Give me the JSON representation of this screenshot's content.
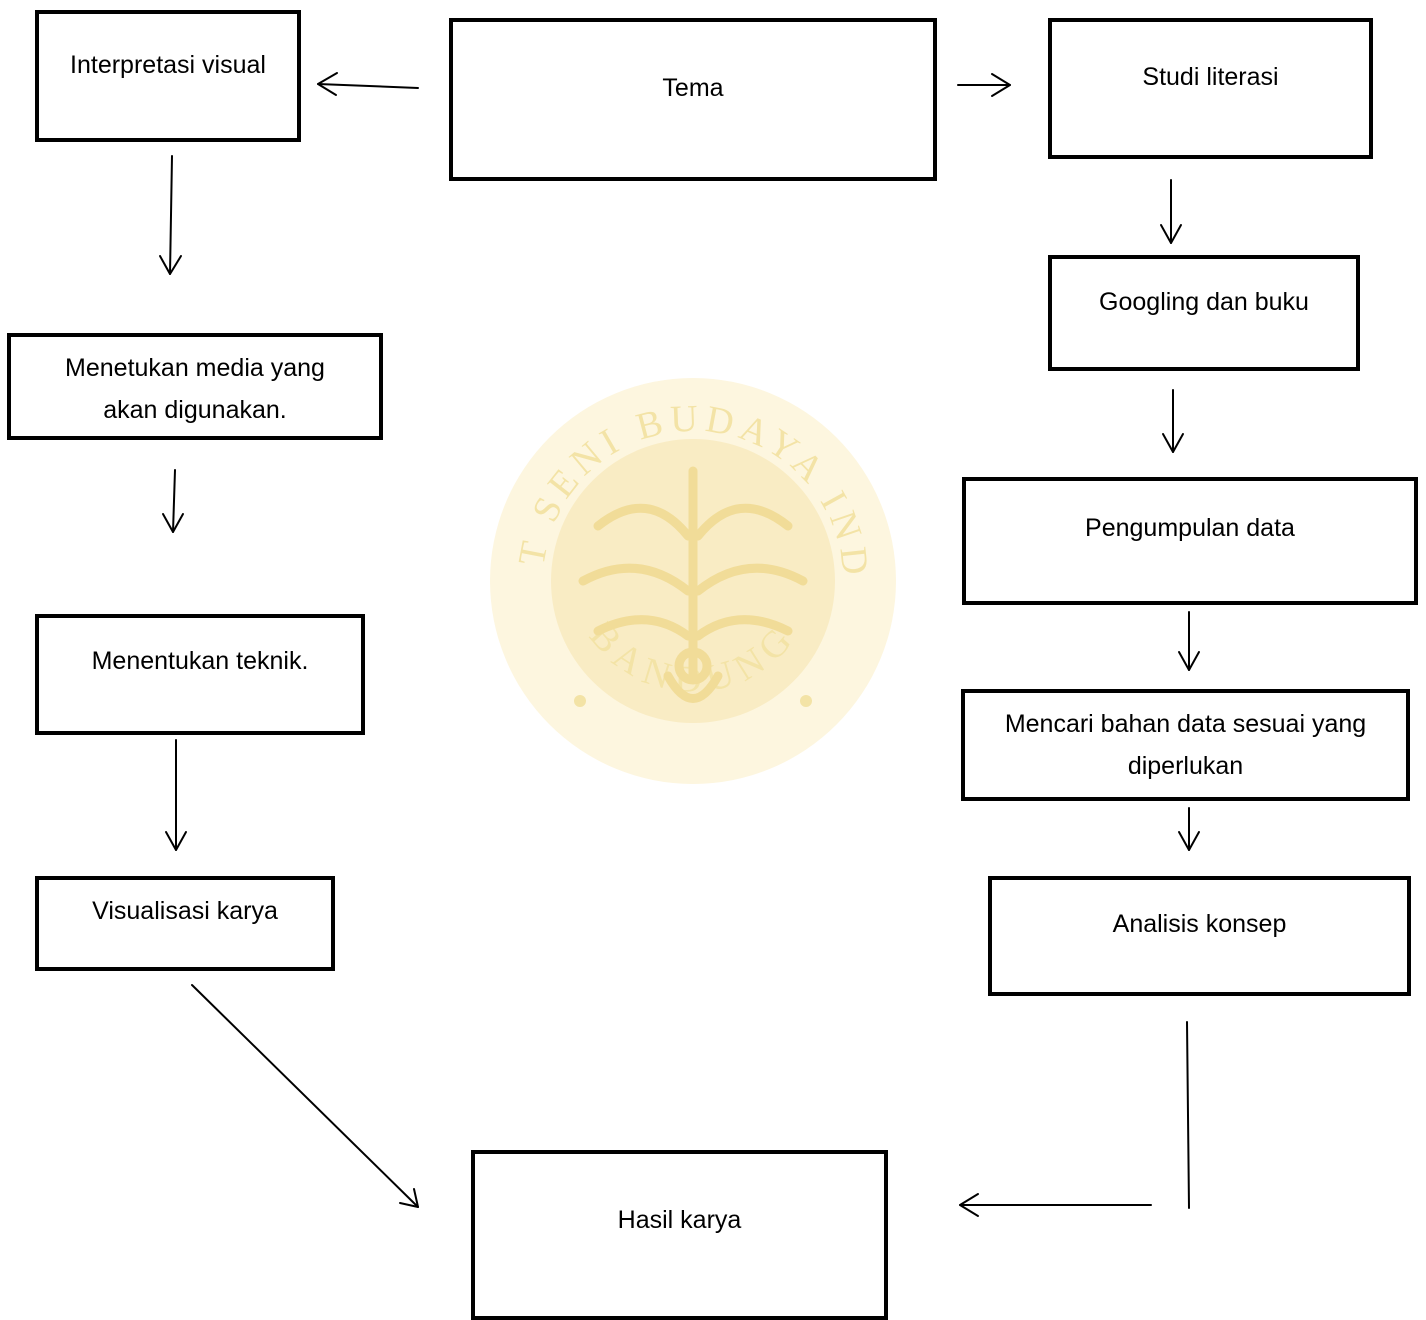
{
  "diagram": {
    "nodes": {
      "tema": {
        "label": "Tema"
      },
      "interpretasi": {
        "label": "Interpretasi visual"
      },
      "studi": {
        "label": "Studi literasi"
      },
      "googling": {
        "label": "Googling dan buku"
      },
      "media": {
        "label": "Menetukan media yang\nakan digunakan."
      },
      "pengumpulan": {
        "label": "Pengumpulan data"
      },
      "teknik": {
        "label": "Menentukan teknik."
      },
      "mencari": {
        "label": "Mencari bahan data sesuai yang\ndiperlukan"
      },
      "visualisasi": {
        "label": "Visualisasi karya"
      },
      "analisis": {
        "label": "Analisis konsep"
      },
      "hasil": {
        "label": "Hasil karya"
      }
    },
    "edges": [
      {
        "from": "tema",
        "to": "interpretasi"
      },
      {
        "from": "tema",
        "to": "studi"
      },
      {
        "from": "interpretasi",
        "to": "media"
      },
      {
        "from": "media",
        "to": "teknik"
      },
      {
        "from": "teknik",
        "to": "visualisasi"
      },
      {
        "from": "visualisasi",
        "to": "hasil"
      },
      {
        "from": "studi",
        "to": "googling"
      },
      {
        "from": "googling",
        "to": "pengumpulan"
      },
      {
        "from": "pengumpulan",
        "to": "mencari"
      },
      {
        "from": "mencari",
        "to": "analisis"
      },
      {
        "from": "analisis",
        "to": "hasil"
      }
    ]
  },
  "watermark": {
    "kind": "institutional seal",
    "ring_text_top": "INSTITUT SENI BUDAYA INDONESIA",
    "ring_text_bottom": "BANDUNG",
    "color": "#f3e3a6"
  },
  "colors": {
    "line": "#000000",
    "background": "#ffffff"
  }
}
